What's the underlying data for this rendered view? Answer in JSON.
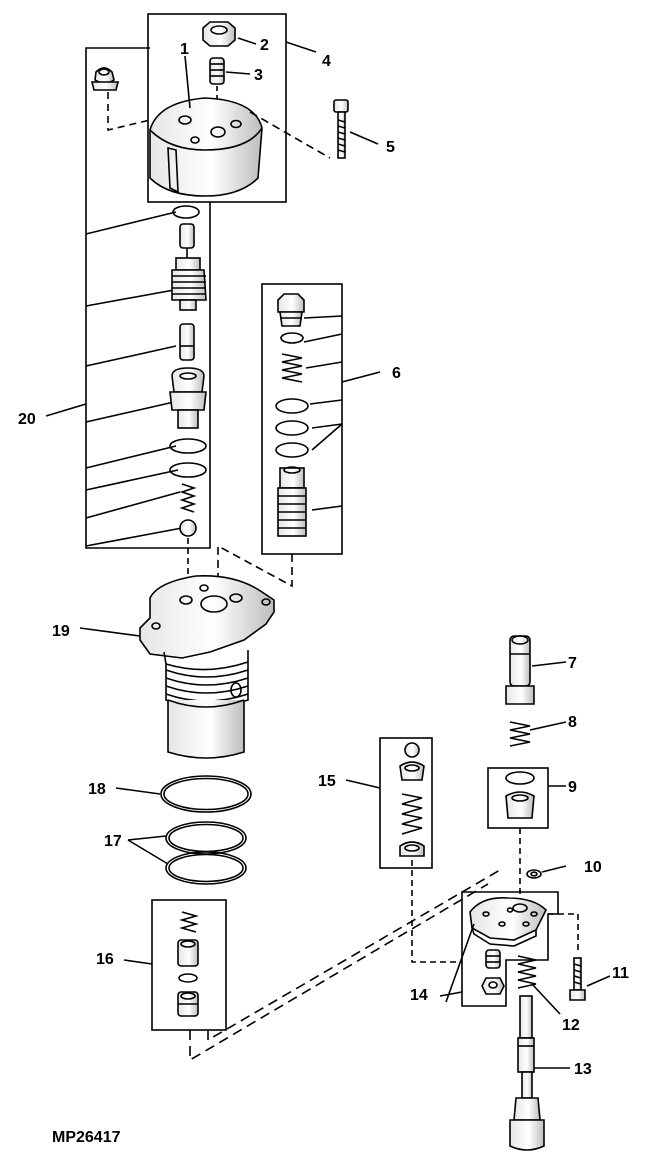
{
  "figure_id": "MP26417",
  "callouts": {
    "c1": "1",
    "c2": "2",
    "c3": "3",
    "c4": "4",
    "c5": "5",
    "c6": "6",
    "c7": "7",
    "c8": "8",
    "c9": "9",
    "c10": "10",
    "c11": "11",
    "c12": "12",
    "c13": "13",
    "c14": "14",
    "c15": "15",
    "c16": "16",
    "c17": "17",
    "c18": "18",
    "c19": "19",
    "c20": "20"
  }
}
